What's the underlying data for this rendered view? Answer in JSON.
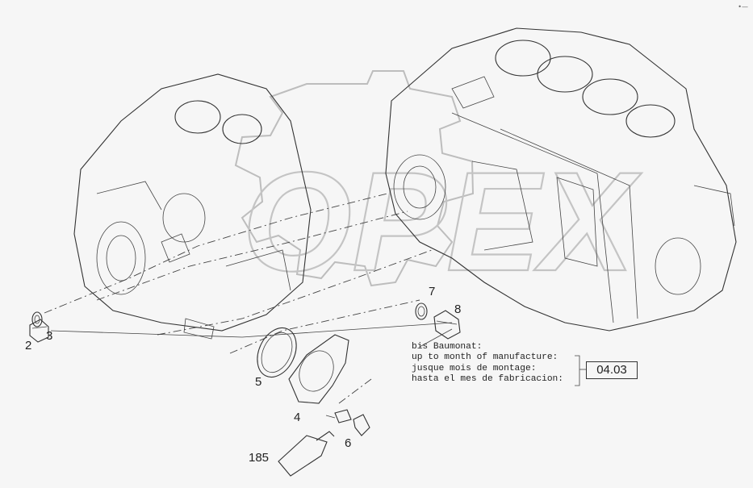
{
  "callouts": {
    "p2": "2",
    "p3": "3",
    "p4": "4",
    "p5": "5",
    "p6": "6",
    "p7": "7",
    "p8": "8",
    "p185": "185"
  },
  "note_lines": [
    "bis Baumonat:",
    "up to month of manufacture:",
    "jusque mois de montage:",
    "hasta el mes de fabricacion:"
  ],
  "date_code": "04.03",
  "watermark": "OPEX",
  "corner_mark": "•—"
}
